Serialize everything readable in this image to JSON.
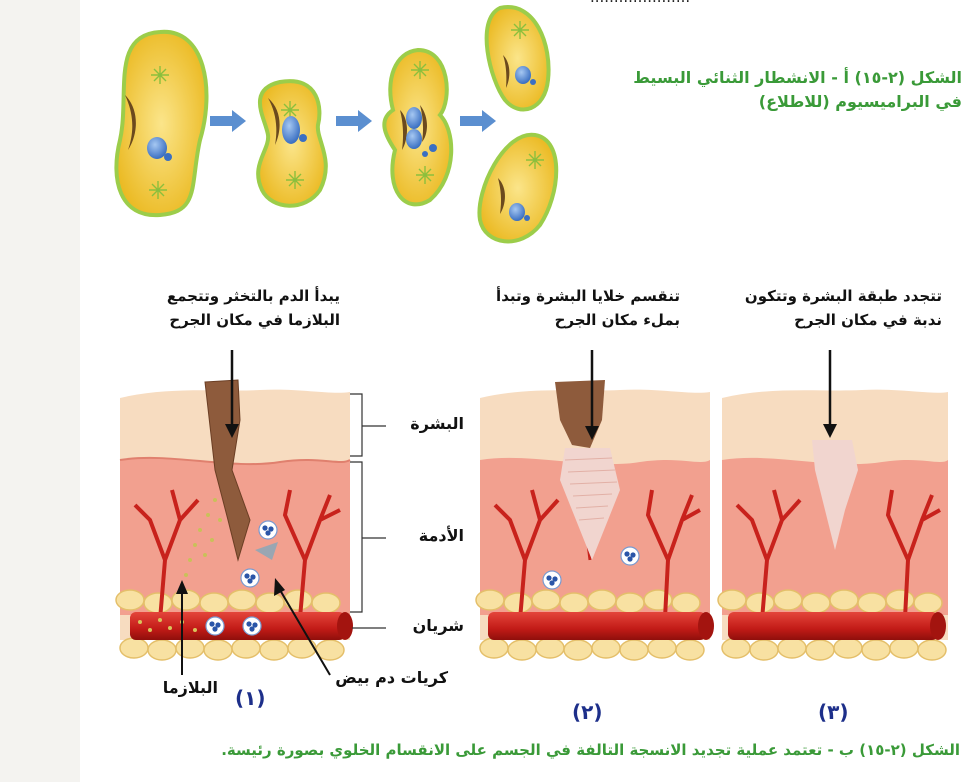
{
  "header": {
    "top_text": "....................."
  },
  "figure_a": {
    "caption_line1": "الشكل (٢-١٥) أ - الانشطار الثنائي البسيط",
    "caption_line2": "في البراميسيوم (للاطلاع)"
  },
  "stages": {
    "stage1": {
      "note_line1": "يبدأ الدم بالتخثر وتتجمع",
      "note_line2": "البلازما في مكان الجرح",
      "number": "(١)"
    },
    "stage2": {
      "note_line1": "تنقسم خلايا البشرة وتبدأ",
      "note_line2": "بملء مكان الجرح",
      "number": "(٢)"
    },
    "stage3": {
      "note_line1": "تتجدد طبقة البشرة وتتكون",
      "note_line2": "ندبة في مكان الجرح",
      "number": "(٣)"
    }
  },
  "labels": {
    "epidermis": "البشرة",
    "dermis": "الأدمة",
    "artery": "شريان",
    "white_cells": "كريات دم بيض",
    "plasma": "البلازما"
  },
  "figure_b": {
    "caption": "الشكل (٢-١٥) ب - تعتمد عملية تجديد الانسجة التالفة في الجسم على الانقسام الخلوي بصورة رئيسة."
  },
  "colors": {
    "caption_green": "#3a9a38",
    "cell_yellow": "#f2c326",
    "cell_border": "#9ccd4a",
    "arrow_blue": "#5b8fd0",
    "epidermis": "#f7dcc0",
    "dermis": "#f2a08f",
    "artery": "#c8221c",
    "number_blue": "#1d2f8a"
  }
}
